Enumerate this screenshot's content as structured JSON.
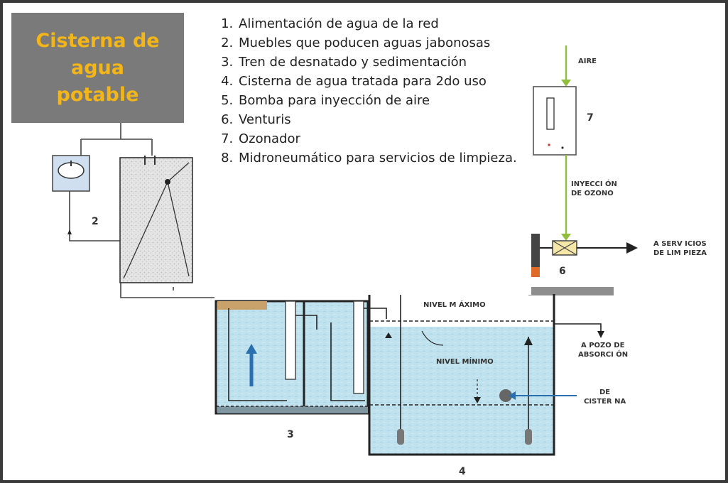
{
  "title": "Cisterna de agua potable",
  "legend": [
    "Alimentación de agua de la red",
    "Muebles que poducen aguas jabonosas",
    "Tren de desnatado y sedimentación",
    "Cisterna de agua tratada para 2do uso",
    "Bomba para inyección de aire",
    "Venturis",
    "Ozonador",
    "Midroneumático para servicios de limpieza."
  ],
  "labels": {
    "aire": "AIRE",
    "inyeccion_1": "INYECCI ÓN",
    "inyeccion_2": "DE OZONO",
    "servicios_1": "A SERV ICIOS",
    "servicios_2": "DE LIM PIEZA",
    "nivel_maximo": "NIVEL M ÁXIMO",
    "nivel_minimo": "NIVEL MÍNIMO",
    "pozo_1": "A POZO DE",
    "pozo_2": "ABSORCI ÓN",
    "cisterna_1": "DE",
    "cisterna_2": "CISTER NA",
    "n2": "2",
    "n3": "3",
    "n4": "4",
    "n6": "6",
    "n7": "7"
  },
  "colors": {
    "water": "#bfe2ee",
    "accent_title": "#f2b51a",
    "title_bg": "#7a7a7a",
    "air_arrow": "#8fbf3a",
    "flow_arrow": "#2a6fb0"
  }
}
